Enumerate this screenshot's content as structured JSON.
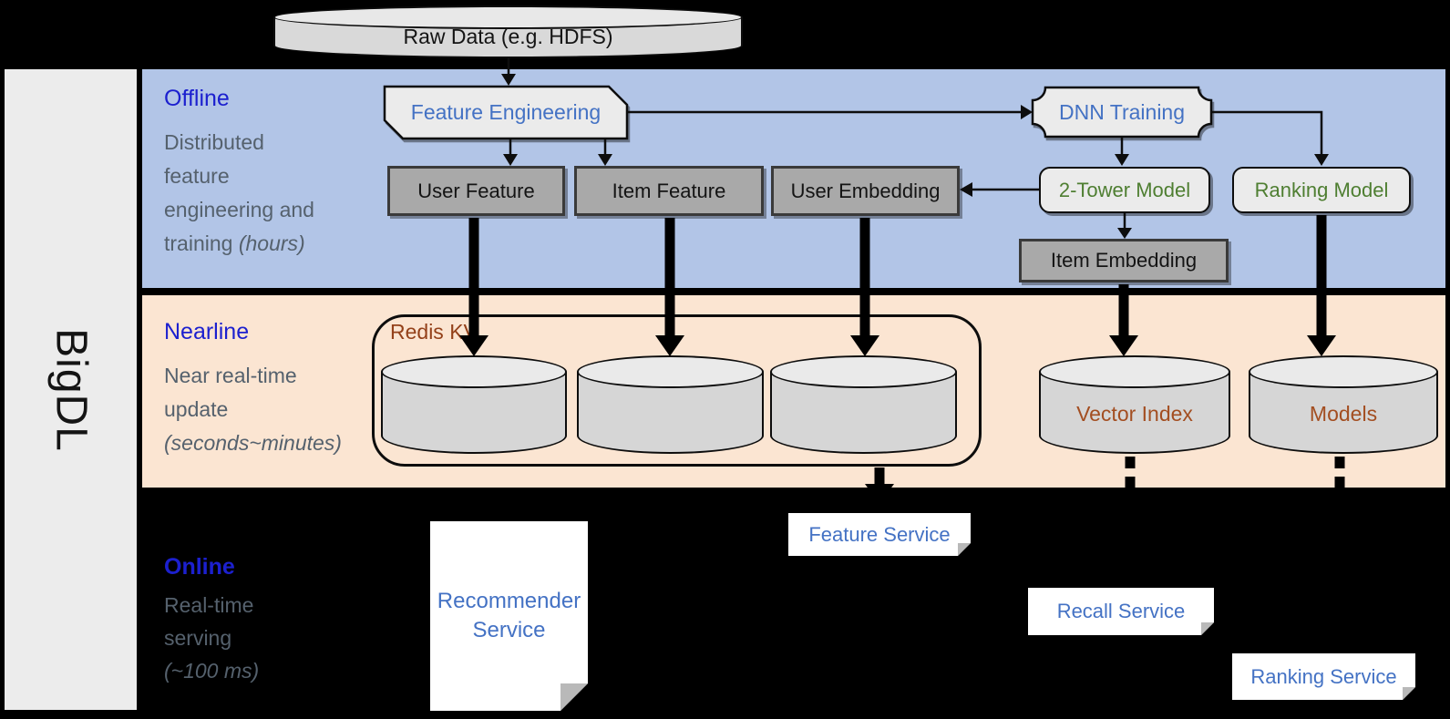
{
  "sidebar": {
    "label": "BigDL"
  },
  "source_db": {
    "label": "Raw Data (e.g. HDFS)"
  },
  "bands": {
    "offline": {
      "title": "Offline",
      "desc_line1": "Distributed",
      "desc_line2": "feature",
      "desc_line3": "engineering and",
      "desc_line4_plain": "training ",
      "desc_line4_italic": "(hours)"
    },
    "nearline": {
      "title": "Nearline",
      "desc_line1": "Near real-time",
      "desc_line2": "update",
      "desc_line3_italic": "(seconds~minutes)"
    },
    "online": {
      "title": "Online",
      "desc_line1": "Real-time",
      "desc_line2": "serving",
      "desc_line3_italic": "(~100 ms)"
    }
  },
  "nodes": {
    "feature_engineering": {
      "label": "Feature Engineering"
    },
    "dnn_training": {
      "label": "DNN Training"
    },
    "user_feature": {
      "label": "User Feature"
    },
    "item_feature": {
      "label": "Item Feature"
    },
    "user_embedding": {
      "label": "User Embedding"
    },
    "two_tower_model": {
      "label": "2-Tower Model"
    },
    "ranking_model": {
      "label": "Ranking Model"
    },
    "item_embedding": {
      "label": "Item Embedding"
    },
    "redis_kv": {
      "label": "Redis KV"
    },
    "vector_index": {
      "label": "Vector Index"
    },
    "models": {
      "label": "Models"
    },
    "recommender_service": {
      "label": "Recommender Service"
    },
    "feature_service": {
      "label": "Feature Service"
    },
    "recall_service": {
      "label": "Recall Service"
    },
    "ranking_service": {
      "label": "Ranking Service"
    }
  },
  "colors": {
    "background": "#000000",
    "offline_band": "#b2c5e7",
    "nearline_band": "#fbe5d2",
    "sidebar_gray": "#ececec",
    "band_title_blue": "#1c20cf",
    "desc_gray": "#55616d",
    "process_blue": "#4472c4",
    "model_green": "#4e7e31",
    "redis_brown": "#94411a",
    "storage_label_brown": "#a34e21",
    "gray_node_fill": "#a9a9a9",
    "light_node_fill": "#ebebeb",
    "cylinder_fill": "#d6d6d6",
    "service_text_blue": "#4472c4"
  }
}
